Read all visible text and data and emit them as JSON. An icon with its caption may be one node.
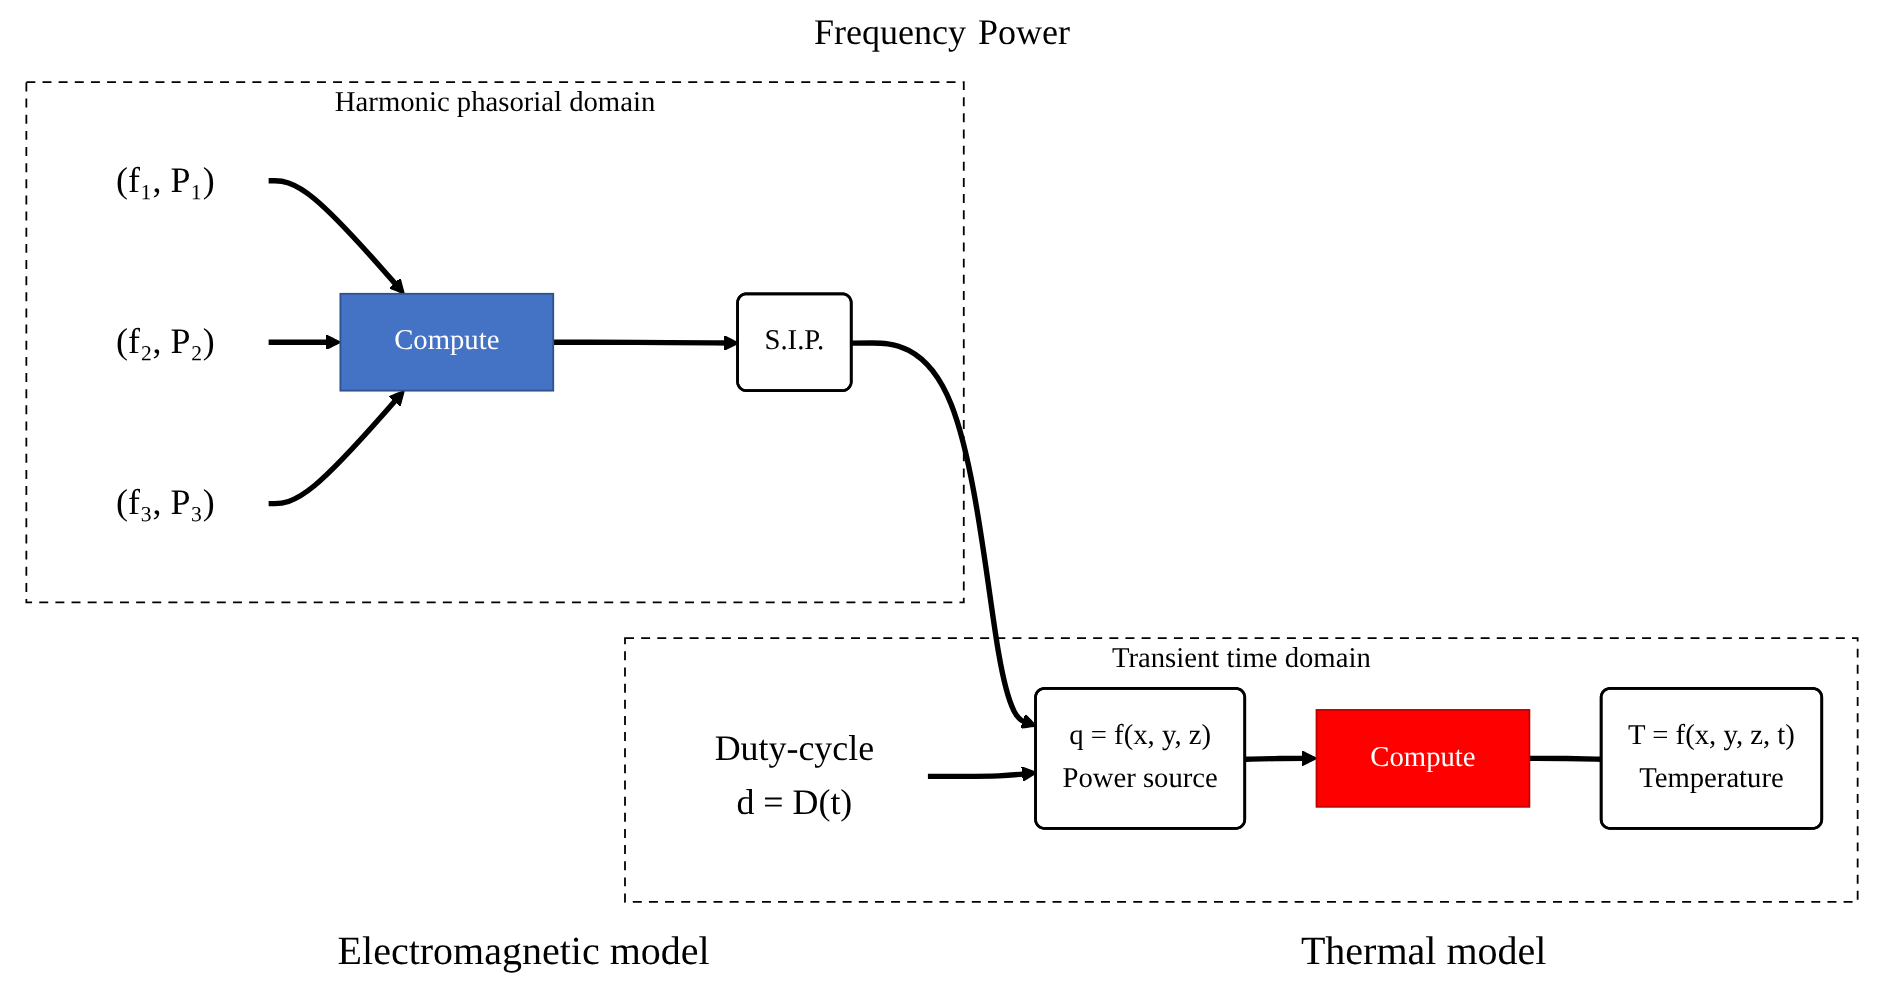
{
  "diagram": {
    "nodes": [
      {
        "text": [
          "Harmonic phasorial domain"
        ]
      },
      {
        "text": [
          "(f₁, P₁)"
        ],
        "in": 0
      },
      {
        "text": [
          "(f₂, P₂)"
        ],
        "in": 0
      },
      {
        "text": [
          "(f₃, P₃)"
        ],
        "in": 0
      },
      {
        "text": [
          "Compute"
        ],
        "in": 0
      },
      {
        "text": [
          "S.I.P."
        ],
        "in": 0
      },
      {
        "text": [
          "Transient time domain"
        ]
      },
      {
        "text": [
          "q = f(x, y, z)",
          "Power source"
        ],
        "in": 6
      },
      {
        "text": [
          "Duty-cycle",
          "d = D(t)"
        ],
        "in": 6
      },
      {
        "text": [
          "Compute"
        ],
        "in": 6
      },
      {
        "text": [
          "T = f(x, y, z, t)",
          "Temperature"
        ],
        "in": 6
      }
    ],
    "edges": [
      {
        "from": 1,
        "to": 4,
        "arrow": "to"
      },
      {
        "from": 2,
        "to": 4,
        "arrow": "to"
      },
      {
        "from": 3,
        "to": 4,
        "arrow": "to"
      },
      {
        "from": 4,
        "to": 5,
        "arrow": "to"
      },
      {
        "from": 5,
        "to": 7,
        "arrow": "to"
      },
      {
        "from": 8,
        "to": 7,
        "arrow": "to"
      },
      {
        "from": 7,
        "to": 9,
        "arrow": "to"
      },
      {
        "from": 9,
        "to": 10,
        "arrow": "none"
      }
    ],
    "labels": [
      "Frequency",
      "Power",
      "Electromagnetic model",
      "Thermal model"
    ]
  }
}
